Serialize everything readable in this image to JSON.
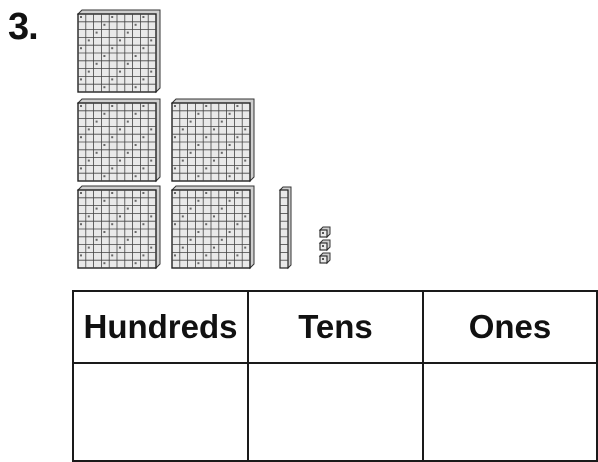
{
  "problem": {
    "number": "3."
  },
  "blocks": {
    "hundreds_flats": 5,
    "tens_rods": 1,
    "ones_cubes": 3
  },
  "table": {
    "headers": [
      "Hundreds",
      "Tens",
      "Ones"
    ],
    "answers": [
      "",
      "",
      ""
    ]
  }
}
